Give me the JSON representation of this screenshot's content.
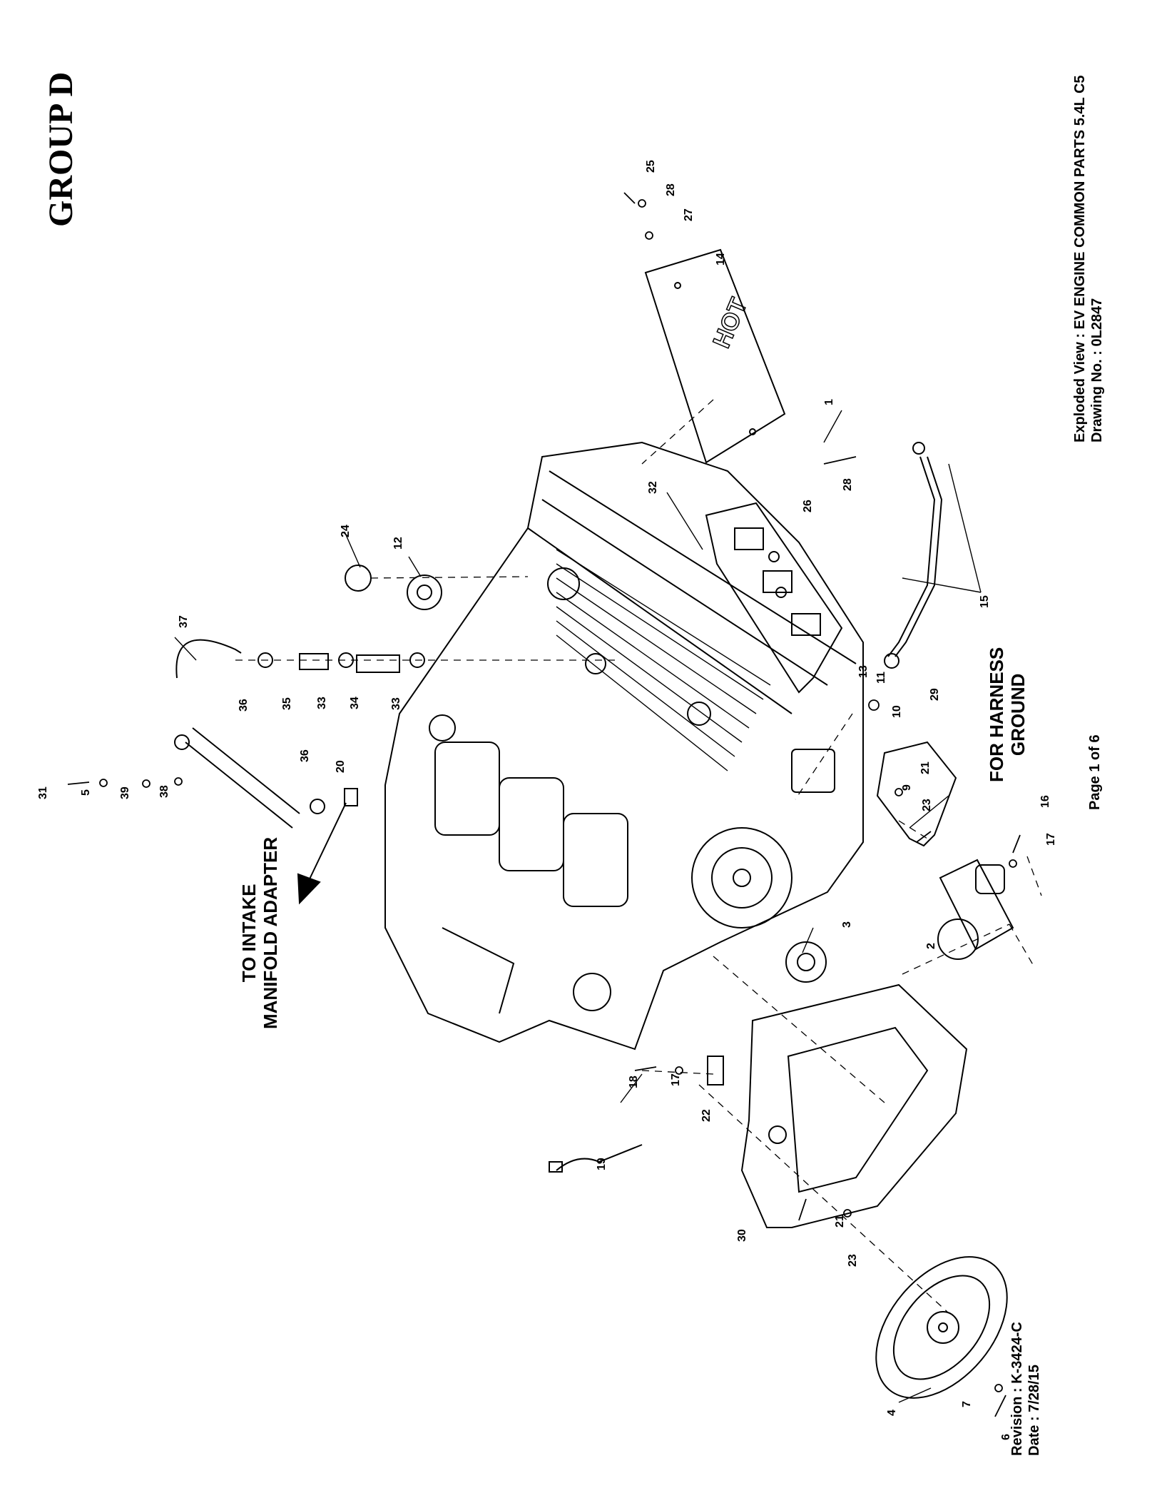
{
  "sheet": {
    "group": "GROUP D",
    "title_line1": "Exploded View : EV ENGINE COMMON PARTS 5.4L C5",
    "title_line2": "Drawing No. : 0L2847",
    "revision": "Revision : K-3424-C",
    "date": "Date : 7/28/15",
    "page": "Page 1 of 6"
  },
  "callouts": {
    "intake_line1": "TO INTAKE",
    "intake_line2": "MANIFOLD ADAPTER",
    "harness_line1": "FOR HARNESS",
    "harness_line2": "GROUND"
  },
  "shield_text": "HOT",
  "part_numbers": [
    "1",
    "2",
    "3",
    "4",
    "5",
    "6",
    "7",
    "9",
    "10",
    "11",
    "12",
    "13",
    "14",
    "15",
    "16",
    "17",
    "17",
    "18",
    "19",
    "20",
    "21",
    "21",
    "22",
    "23",
    "23",
    "24",
    "25",
    "26",
    "27",
    "28",
    "28",
    "29",
    "30",
    "31",
    "32",
    "33",
    "33",
    "34",
    "35",
    "36",
    "36",
    "37",
    "38",
    "39"
  ]
}
